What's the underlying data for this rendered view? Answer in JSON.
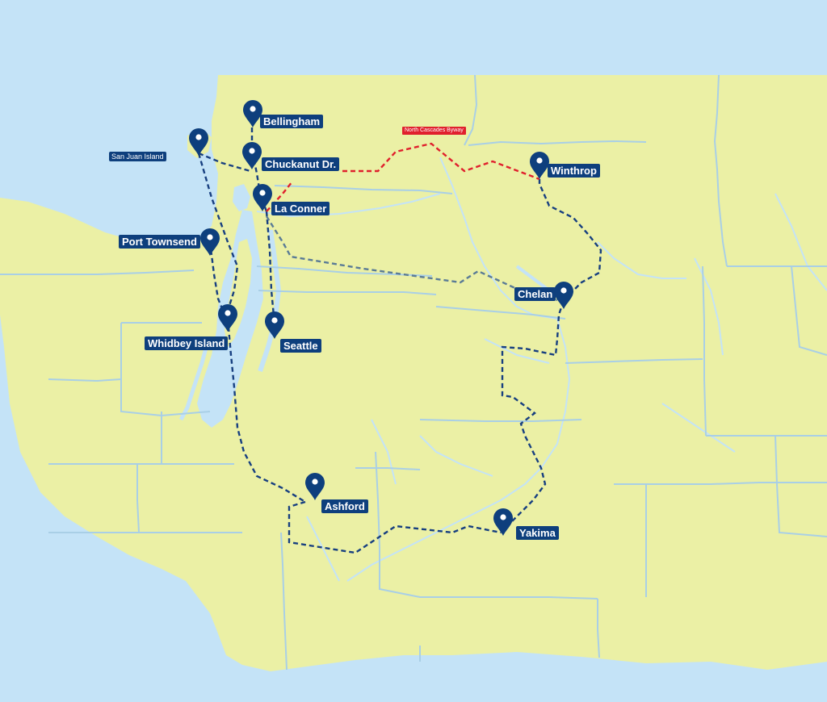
{
  "map": {
    "colors": {
      "water": "#c4e3f7",
      "land": "#ebf0a5",
      "borders": "#a9cfe6",
      "route": "#173f80",
      "byway": "#e0202d",
      "connector": "#5a7b96",
      "pin": "#0e3f7d"
    },
    "places": [
      {
        "id": "bellingham",
        "label": "Bellingham"
      },
      {
        "id": "san-juan-island",
        "label": "San Juan Island"
      },
      {
        "id": "chuckanut-dr",
        "label": "Chuckanut Dr."
      },
      {
        "id": "la-conner",
        "label": "La Conner"
      },
      {
        "id": "port-townsend",
        "label": "Port Townsend"
      },
      {
        "id": "whidbey-island",
        "label": "Whidbey Island"
      },
      {
        "id": "seattle",
        "label": "Seattle"
      },
      {
        "id": "winthrop",
        "label": "Winthrop"
      },
      {
        "id": "chelan",
        "label": "Chelan"
      },
      {
        "id": "ashford",
        "label": "Ashford"
      },
      {
        "id": "yakima",
        "label": "Yakima"
      }
    ],
    "byway_label": "North Cascades Byway",
    "pin_icon": "map-pin-icon"
  }
}
